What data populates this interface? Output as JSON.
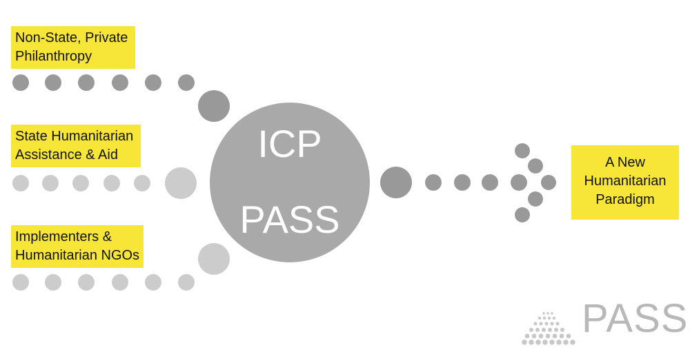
{
  "labels": {
    "non_state": [
      "Non-State, Private",
      "Philanthropy"
    ],
    "state": [
      "State Humanitarian",
      "Assistance & Aid"
    ],
    "implementers": [
      "Implementers &",
      "Humanitarian NGOs"
    ],
    "outcome": [
      "A New",
      "Humanitarian",
      "Paradigm"
    ]
  },
  "center": {
    "line1": "ICP",
    "line2": "PASS"
  },
  "watermark": {
    "text": "PASS"
  },
  "colors": {
    "highlight": "#f7e637",
    "dot_dark": "#999999",
    "dot_light": "#cccccc",
    "center_circle": "#a9a9a9",
    "watermark": "#b8b8b8"
  }
}
